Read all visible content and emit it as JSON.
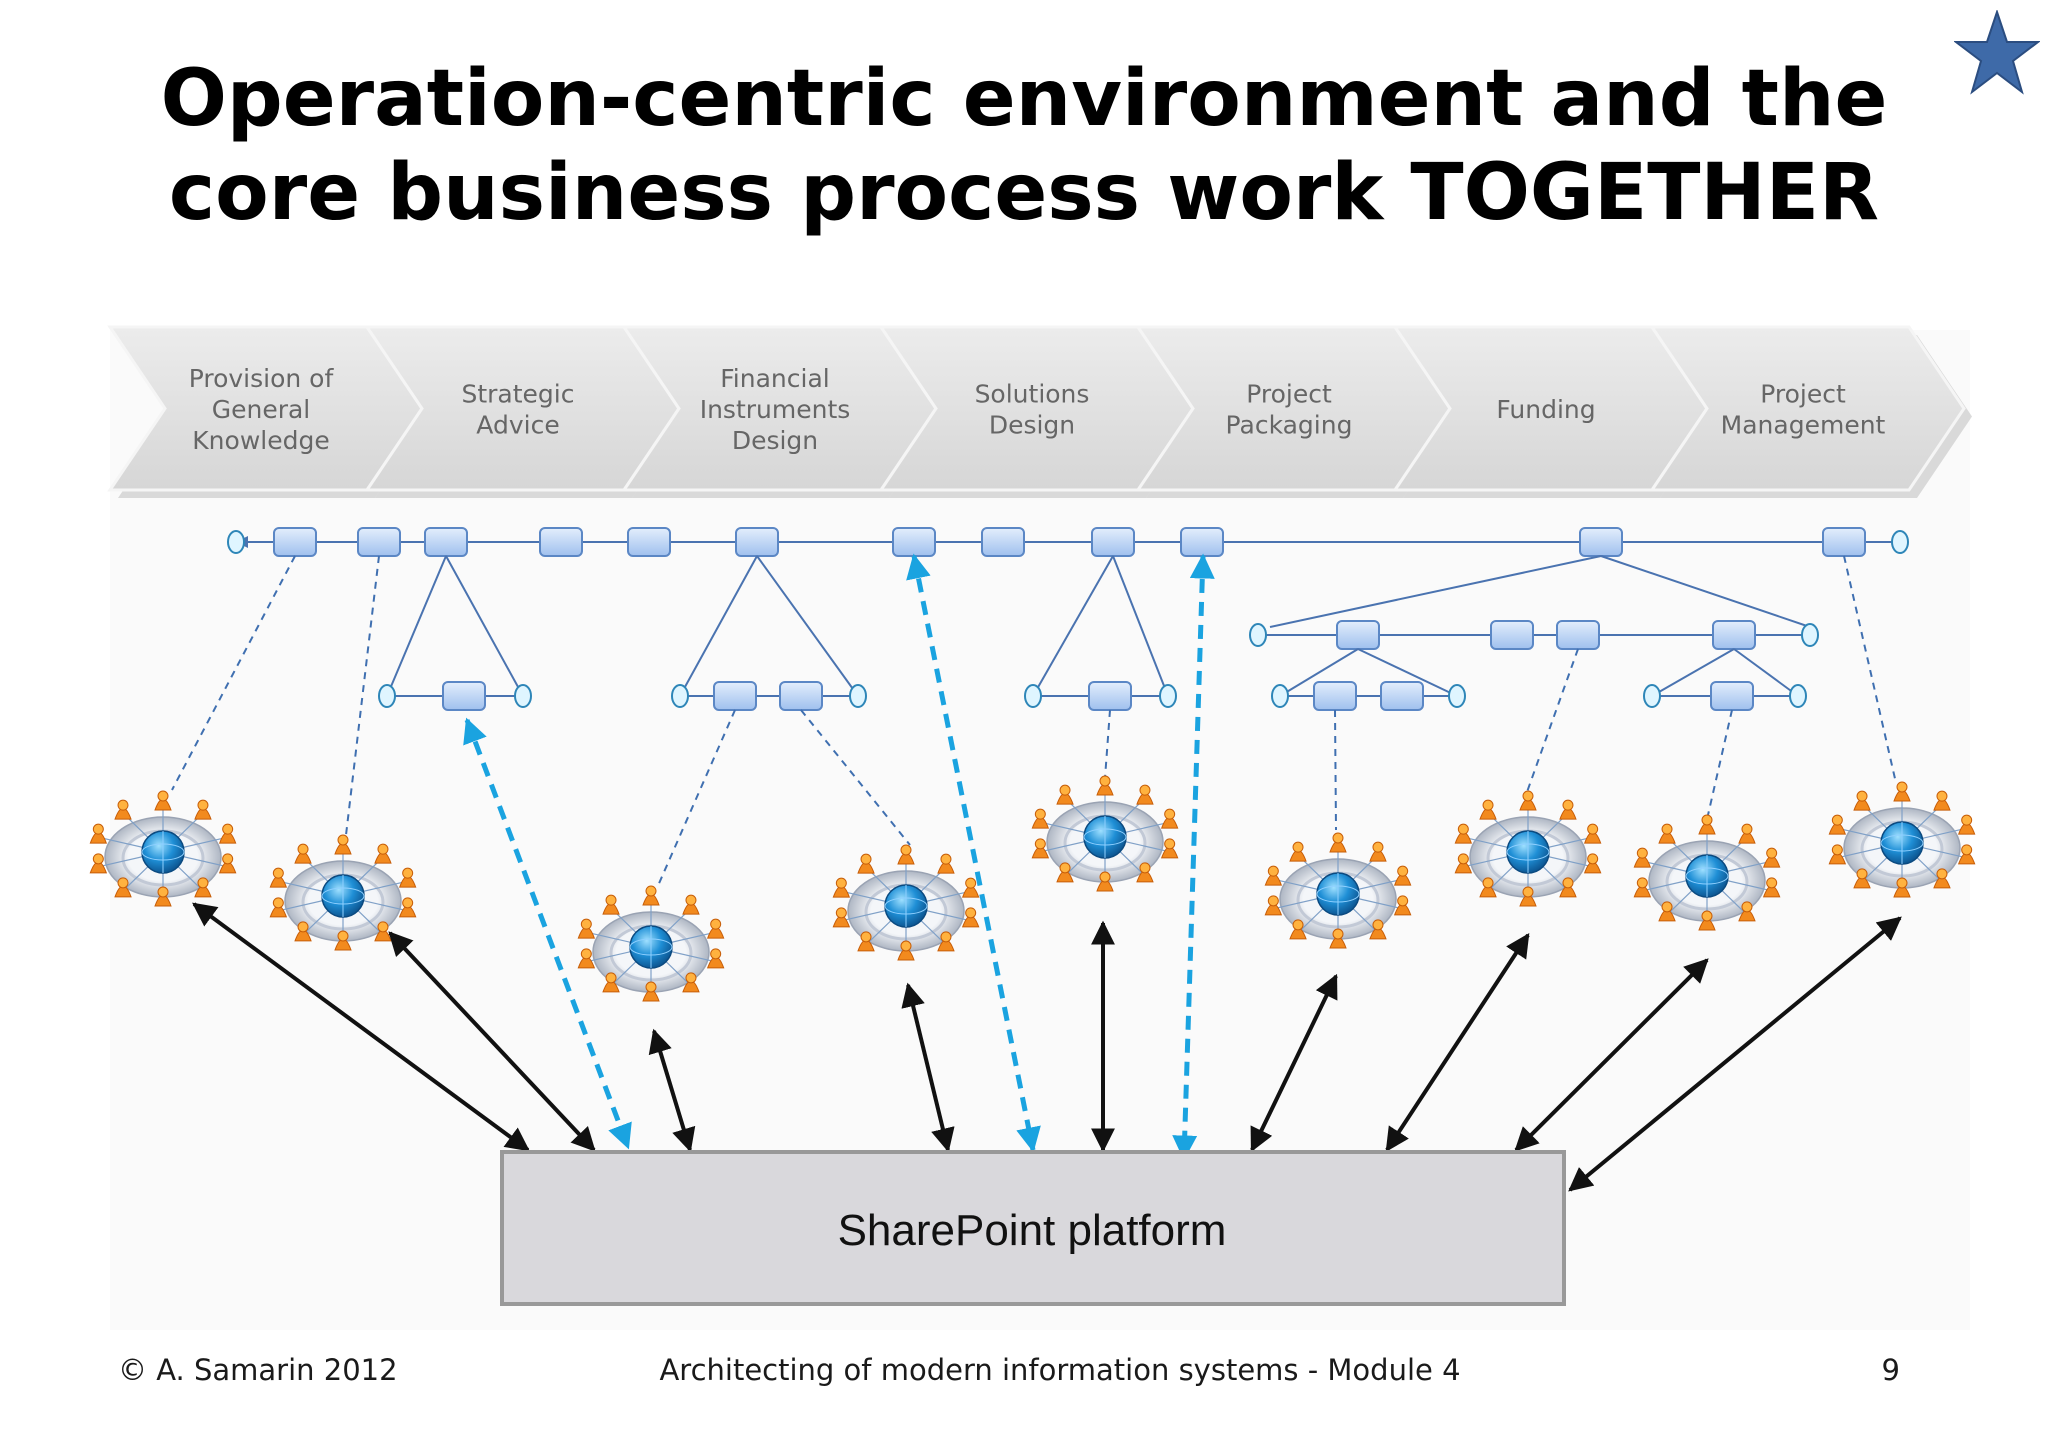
{
  "slide": {
    "title_line1": "Operation-centric environment and the",
    "title_line2": "core business process work TOGETHER"
  },
  "process_chain": [
    {
      "label": [
        "Provision of",
        "General",
        "Knowledge"
      ]
    },
    {
      "label": [
        "Strategic",
        "Advice"
      ]
    },
    {
      "label": [
        "Financial",
        "Instruments",
        "Design"
      ]
    },
    {
      "label": [
        "Solutions",
        "Design"
      ]
    },
    {
      "label": [
        "Project",
        "Packaging"
      ]
    },
    {
      "label": [
        "Funding"
      ]
    },
    {
      "label": [
        "Project",
        "Management"
      ]
    }
  ],
  "platform": {
    "label": "SharePoint platform"
  },
  "footer": {
    "copyright": "© A. Samarin 2012",
    "course": "Architecting of modern information systems - Module 4",
    "page": "9"
  },
  "colors": {
    "chevron_fill": "#e2e2e2",
    "chevron_text": "#666666",
    "task_fill": "#b9d3f3",
    "task_stroke": "#5b87c5",
    "flow_line": "#4a73b0",
    "event_fill": "#dff5ff",
    "event_stroke": "#2e86b8",
    "dashed_link": "#3f6fb0",
    "blue_arrow": "#1aa3e0",
    "black_arrow": "#111111",
    "platform_fill": "#d9d8dc",
    "platform_stroke": "#999999",
    "star": "#3e6aa8"
  }
}
